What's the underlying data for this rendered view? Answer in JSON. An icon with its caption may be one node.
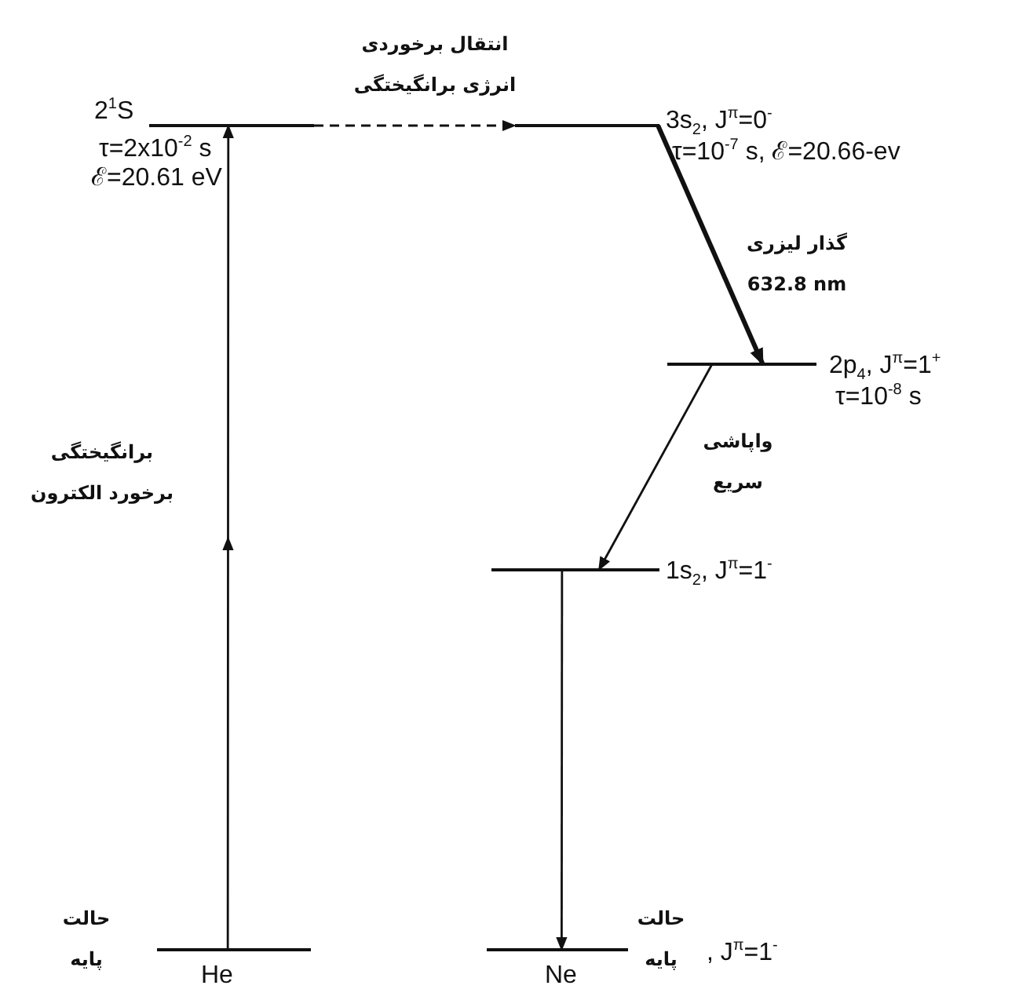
{
  "diagram": {
    "nodes": [
      {
        "text": [],
        "shape": "bar",
        "beside": [
          "2$^{1}$S",
          "τ=2x10$^{-2}$ s",
          "ℰ=20.61 eV"
        ]
      },
      {
        "text": [],
        "shape": "bar",
        "beside": [
          "3s$_{2}$, J$^{π}$=0$^{-}$",
          "τ=10$^{-7}$ s, ℰ=20.66-ev"
        ]
      },
      {
        "text": [],
        "shape": "bar",
        "beside": [
          "2p$_{4}$, J$^{π}$=1$^{+}$",
          "τ=10$^{-8}$ s"
        ]
      },
      {
        "text": [],
        "shape": "bar",
        "beside": [
          "1s$_{2}$, J$^{π}$=1$^{-}$"
        ]
      },
      {
        "text": [],
        "shape": "bar",
        "beside": [
          "حالت پایه"
        ]
      },
      {
        "text": [],
        "shape": "bar",
        "beside": [
          "حالت پایه",
          ", J$^{π}$=1$^{-}$"
        ]
      }
    ],
    "edges": [
      {
        "from": 4,
        "to": 0,
        "arrow": "to",
        "label": "برانگیختگی برخورد الکترون"
      },
      {
        "from": 0,
        "to": 1,
        "arrow": "to",
        "style": "dashed",
        "label": "انتقال برخوردی انرژی برانگیختگی"
      },
      {
        "from": 1,
        "to": 2,
        "arrow": "to",
        "style": "thick",
        "label": "گذار لیزری 632.8 nm"
      },
      {
        "from": 2,
        "to": 3,
        "arrow": "to",
        "label": "واپاشی سریع"
      },
      {
        "from": 3,
        "to": 5,
        "arrow": "to"
      }
    ],
    "labels": [
      "He",
      "Ne"
    ]
  }
}
